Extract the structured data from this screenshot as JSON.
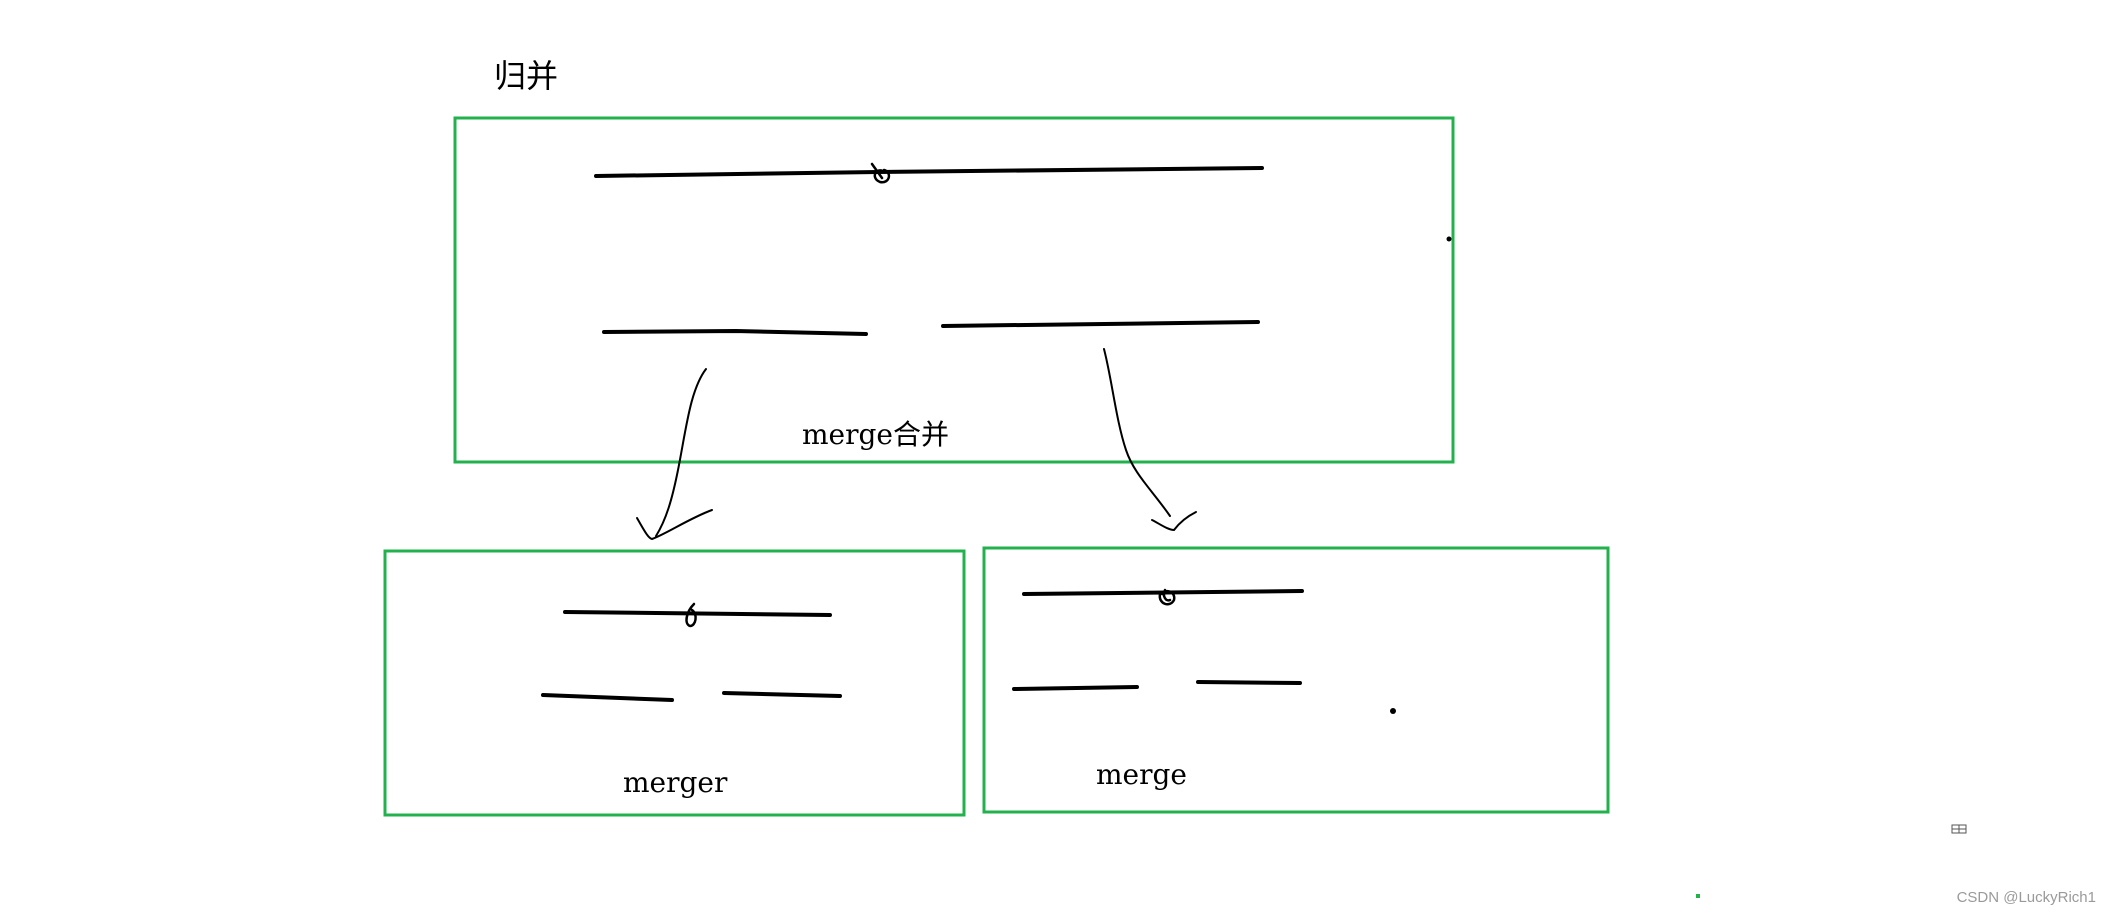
{
  "title": "归并",
  "boxes": {
    "top": {
      "label": "merge合并"
    },
    "left": {
      "label": "merger"
    },
    "right": {
      "label": "merge"
    }
  },
  "watermark": "CSDN @LuckyRich1",
  "colors": {
    "box_border": "#22b14c",
    "stroke": "#000000",
    "background": "#ffffff",
    "watermark": "#9a9a9a"
  }
}
